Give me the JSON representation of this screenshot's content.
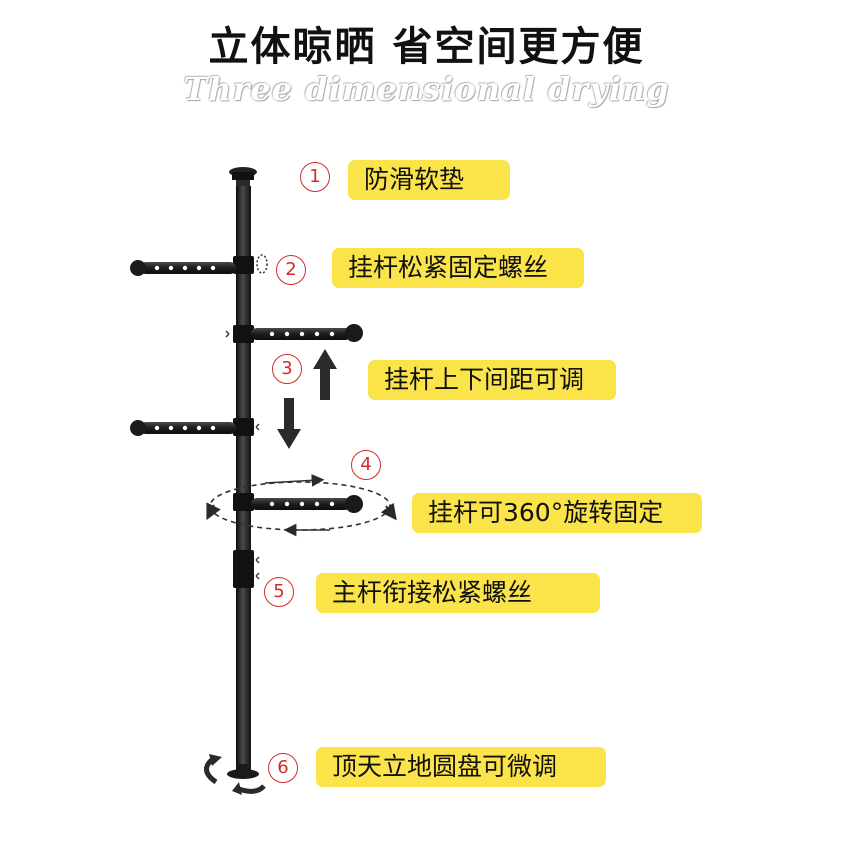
{
  "title": "立体晾晒  省空间更方便",
  "subtitle": "Three dimensional drying",
  "features": [
    {
      "num": "1",
      "label": "防滑软垫"
    },
    {
      "num": "2",
      "label": "挂杆松紧固定螺丝"
    },
    {
      "num": "3",
      "label": "挂杆上下间距可调"
    },
    {
      "num": "4",
      "label": "挂杆可360°旋转固定"
    },
    {
      "num": "5",
      "label": "主杆衔接松紧螺丝"
    },
    {
      "num": "6",
      "label": "顶天立地圆盘可微调"
    }
  ],
  "colors": {
    "label_bg": "#fbe34a",
    "number_ring": "#d32b2b",
    "pole": "#1f1f1f"
  }
}
